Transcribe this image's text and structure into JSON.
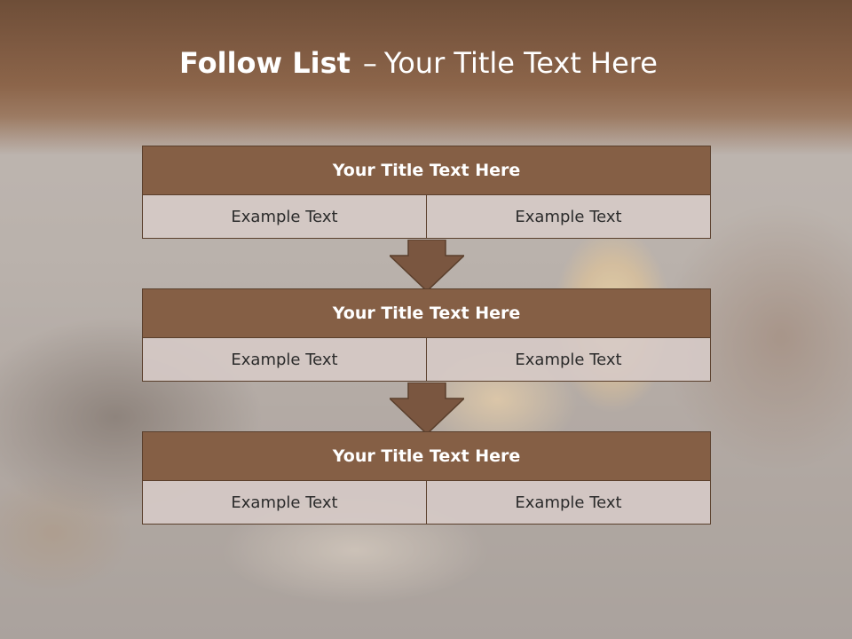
{
  "slide": {
    "title_bold": "Follow List",
    "title_dash": "–",
    "title_rest": "Your Title Text Here"
  },
  "blocks": [
    {
      "title": "Your Title Text Here",
      "left": "Example Text",
      "right": "Example Text"
    },
    {
      "title": "Your Title Text Here",
      "left": "Example Text",
      "right": "Example Text"
    },
    {
      "title": "Your Title Text Here",
      "left": "Example Text",
      "right": "Example Text"
    }
  ],
  "colors": {
    "header_fill": "#855f45",
    "arrow_fill": "#7a5640",
    "cell_fill": "#d6cac6",
    "outline": "#5a3f2c"
  }
}
